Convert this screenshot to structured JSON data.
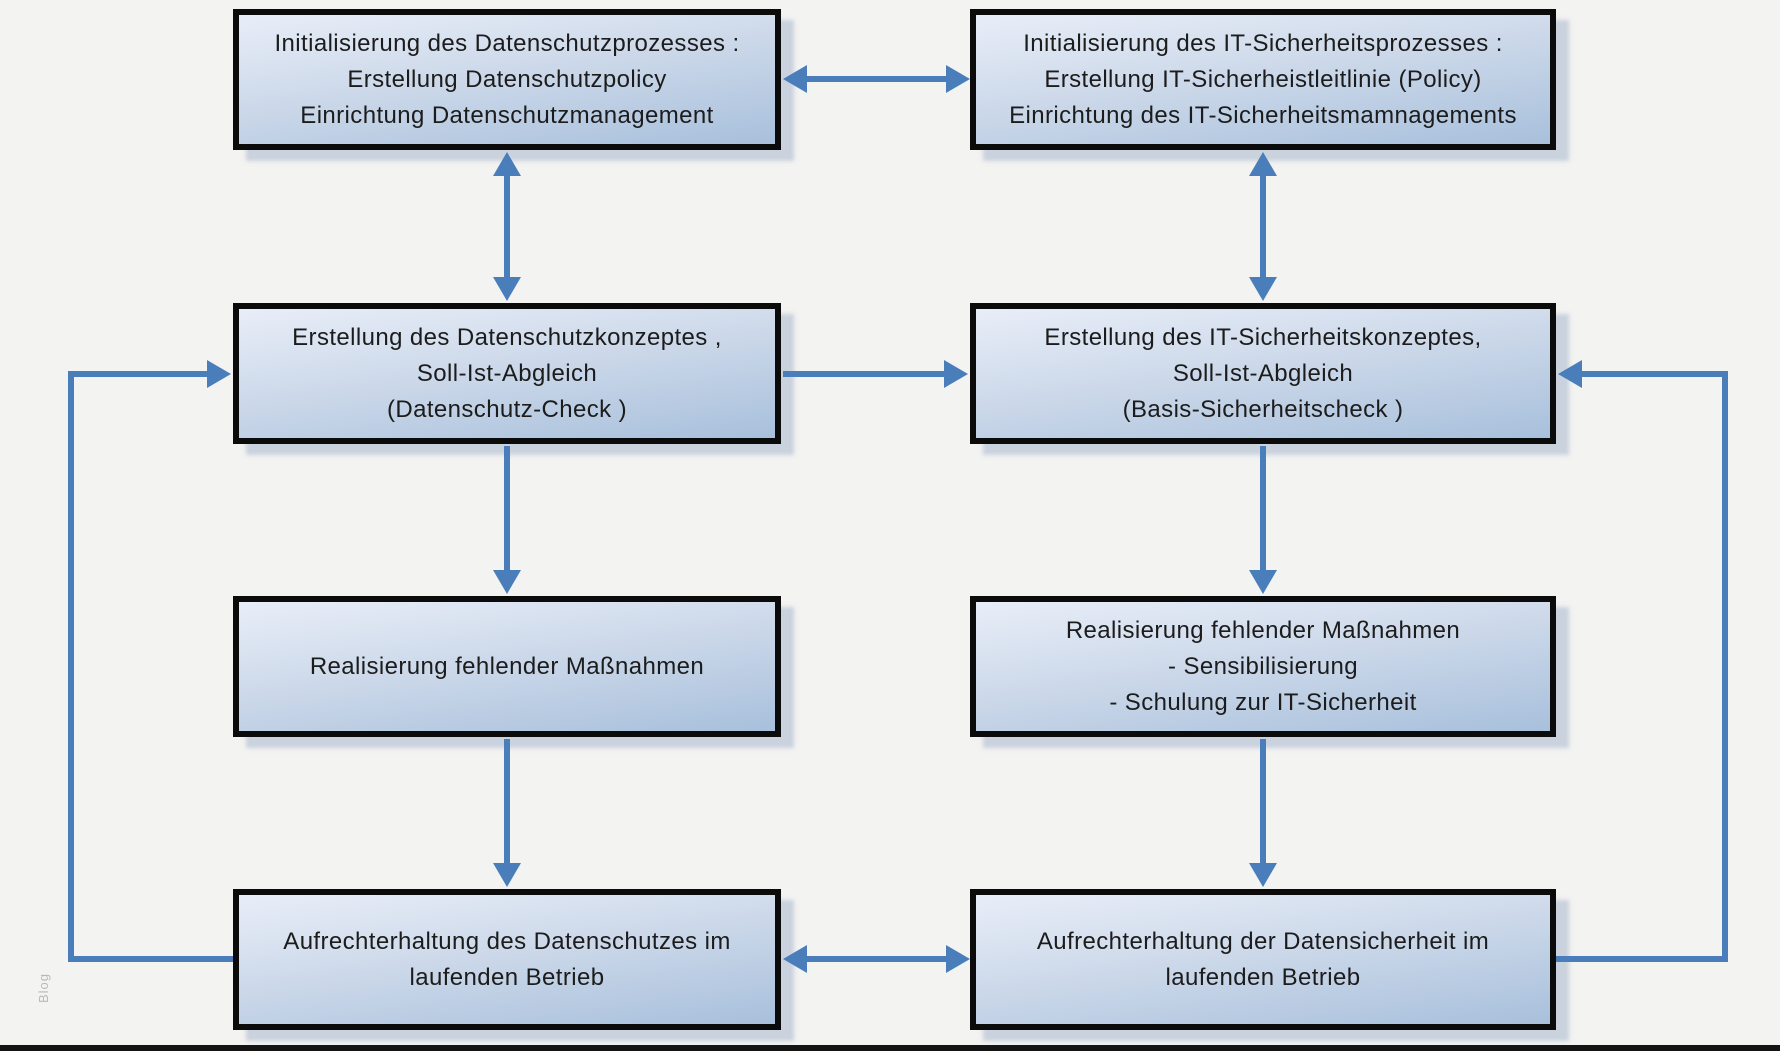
{
  "watermark": "Blog",
  "colors": {
    "arrow": "#4a7ebb",
    "box_border": "#0b0b0b",
    "box_fill_top": "#e8eef8",
    "box_fill_bottom": "#a8c0dc",
    "background": "#f3f3f2"
  },
  "boxes": {
    "ds_init": {
      "lines": [
        "Initialisierung des Datenschutzprozesses :",
        "Erstellung Datenschutzpolicy",
        "Einrichtung Datenschutzmanagement"
      ]
    },
    "it_init": {
      "lines": [
        "Initialisierung des IT-Sicherheitsprozesses :",
        "Erstellung IT-Sicherheistleitlinie (Policy)",
        "Einrichtung des IT-Sicherheitsmamnagements"
      ]
    },
    "ds_konzept": {
      "lines": [
        "Erstellung des Datenschutzkonzeptes ,",
        "Soll-Ist-Abgleich",
        "(Datenschutz-Check )"
      ]
    },
    "it_konzept": {
      "lines": [
        "Erstellung des IT-Sicherheitskonzeptes,",
        "Soll-Ist-Abgleich",
        "(Basis-Sicherheitscheck )"
      ]
    },
    "ds_massnahmen": {
      "lines": [
        "Realisierung fehlender Maßnahmen"
      ]
    },
    "it_massnahmen": {
      "lines": [
        "Realisierung fehlender Maßnahmen",
        "- Sensibilisierung",
        "- Schulung zur IT-Sicherheit"
      ]
    },
    "ds_betrieb": {
      "lines": [
        "Aufrechterhaltung des Datenschutzes im",
        "laufenden Betrieb"
      ]
    },
    "it_betrieb": {
      "lines": [
        "Aufrechterhaltung der Datensicherheit im",
        "laufenden Betrieb"
      ]
    }
  }
}
